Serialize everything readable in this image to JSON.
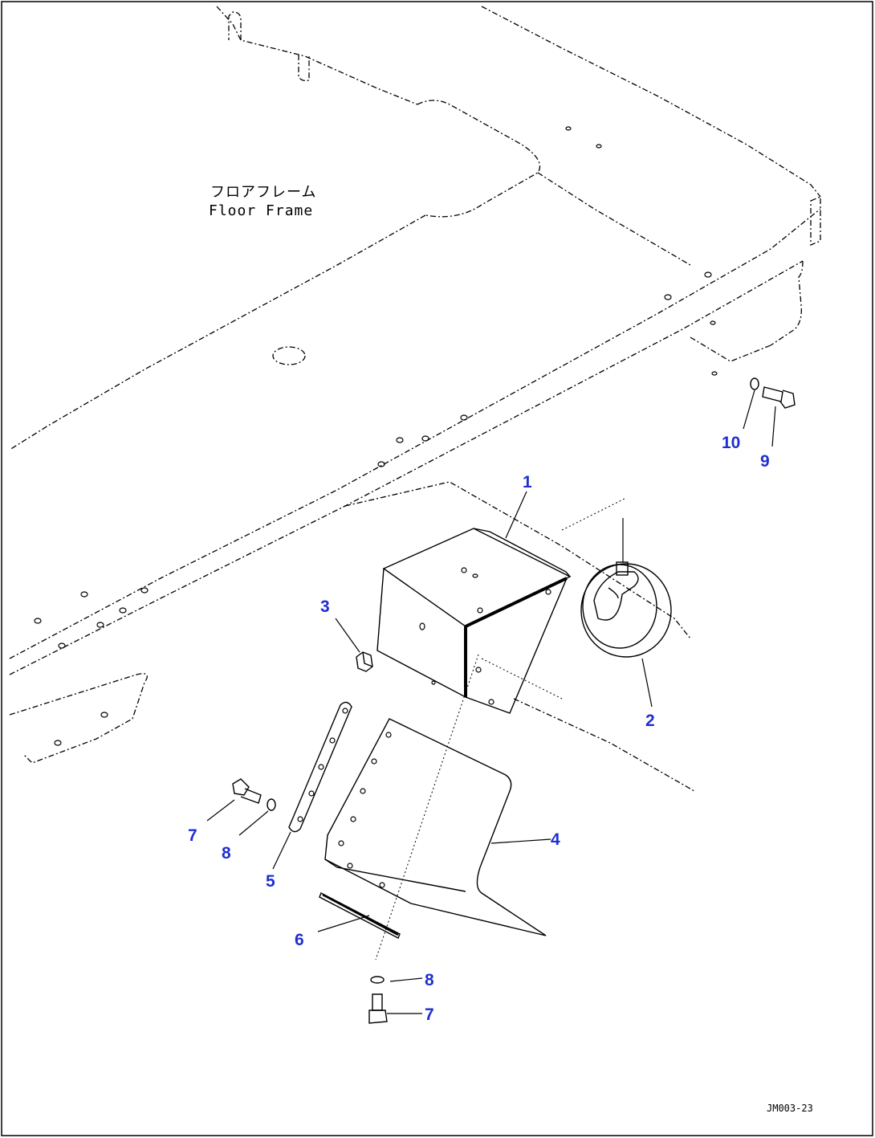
{
  "frame_label": {
    "jp": "フロアフレーム",
    "en": "Floor Frame"
  },
  "drawing_code": "JM003-23",
  "callouts": [
    {
      "id": "c1",
      "text": "1"
    },
    {
      "id": "c2",
      "text": "2"
    },
    {
      "id": "c3",
      "text": "3"
    },
    {
      "id": "c4",
      "text": "4"
    },
    {
      "id": "c5",
      "text": "5"
    },
    {
      "id": "c6",
      "text": "6"
    },
    {
      "id": "c7a",
      "text": "7"
    },
    {
      "id": "c7b",
      "text": "7"
    },
    {
      "id": "c8a",
      "text": "8"
    },
    {
      "id": "c8b",
      "text": "8"
    },
    {
      "id": "c9",
      "text": "9"
    },
    {
      "id": "c10",
      "text": "10"
    }
  ],
  "colors": {
    "callout": "#1f2fd0",
    "line": "#000000"
  }
}
